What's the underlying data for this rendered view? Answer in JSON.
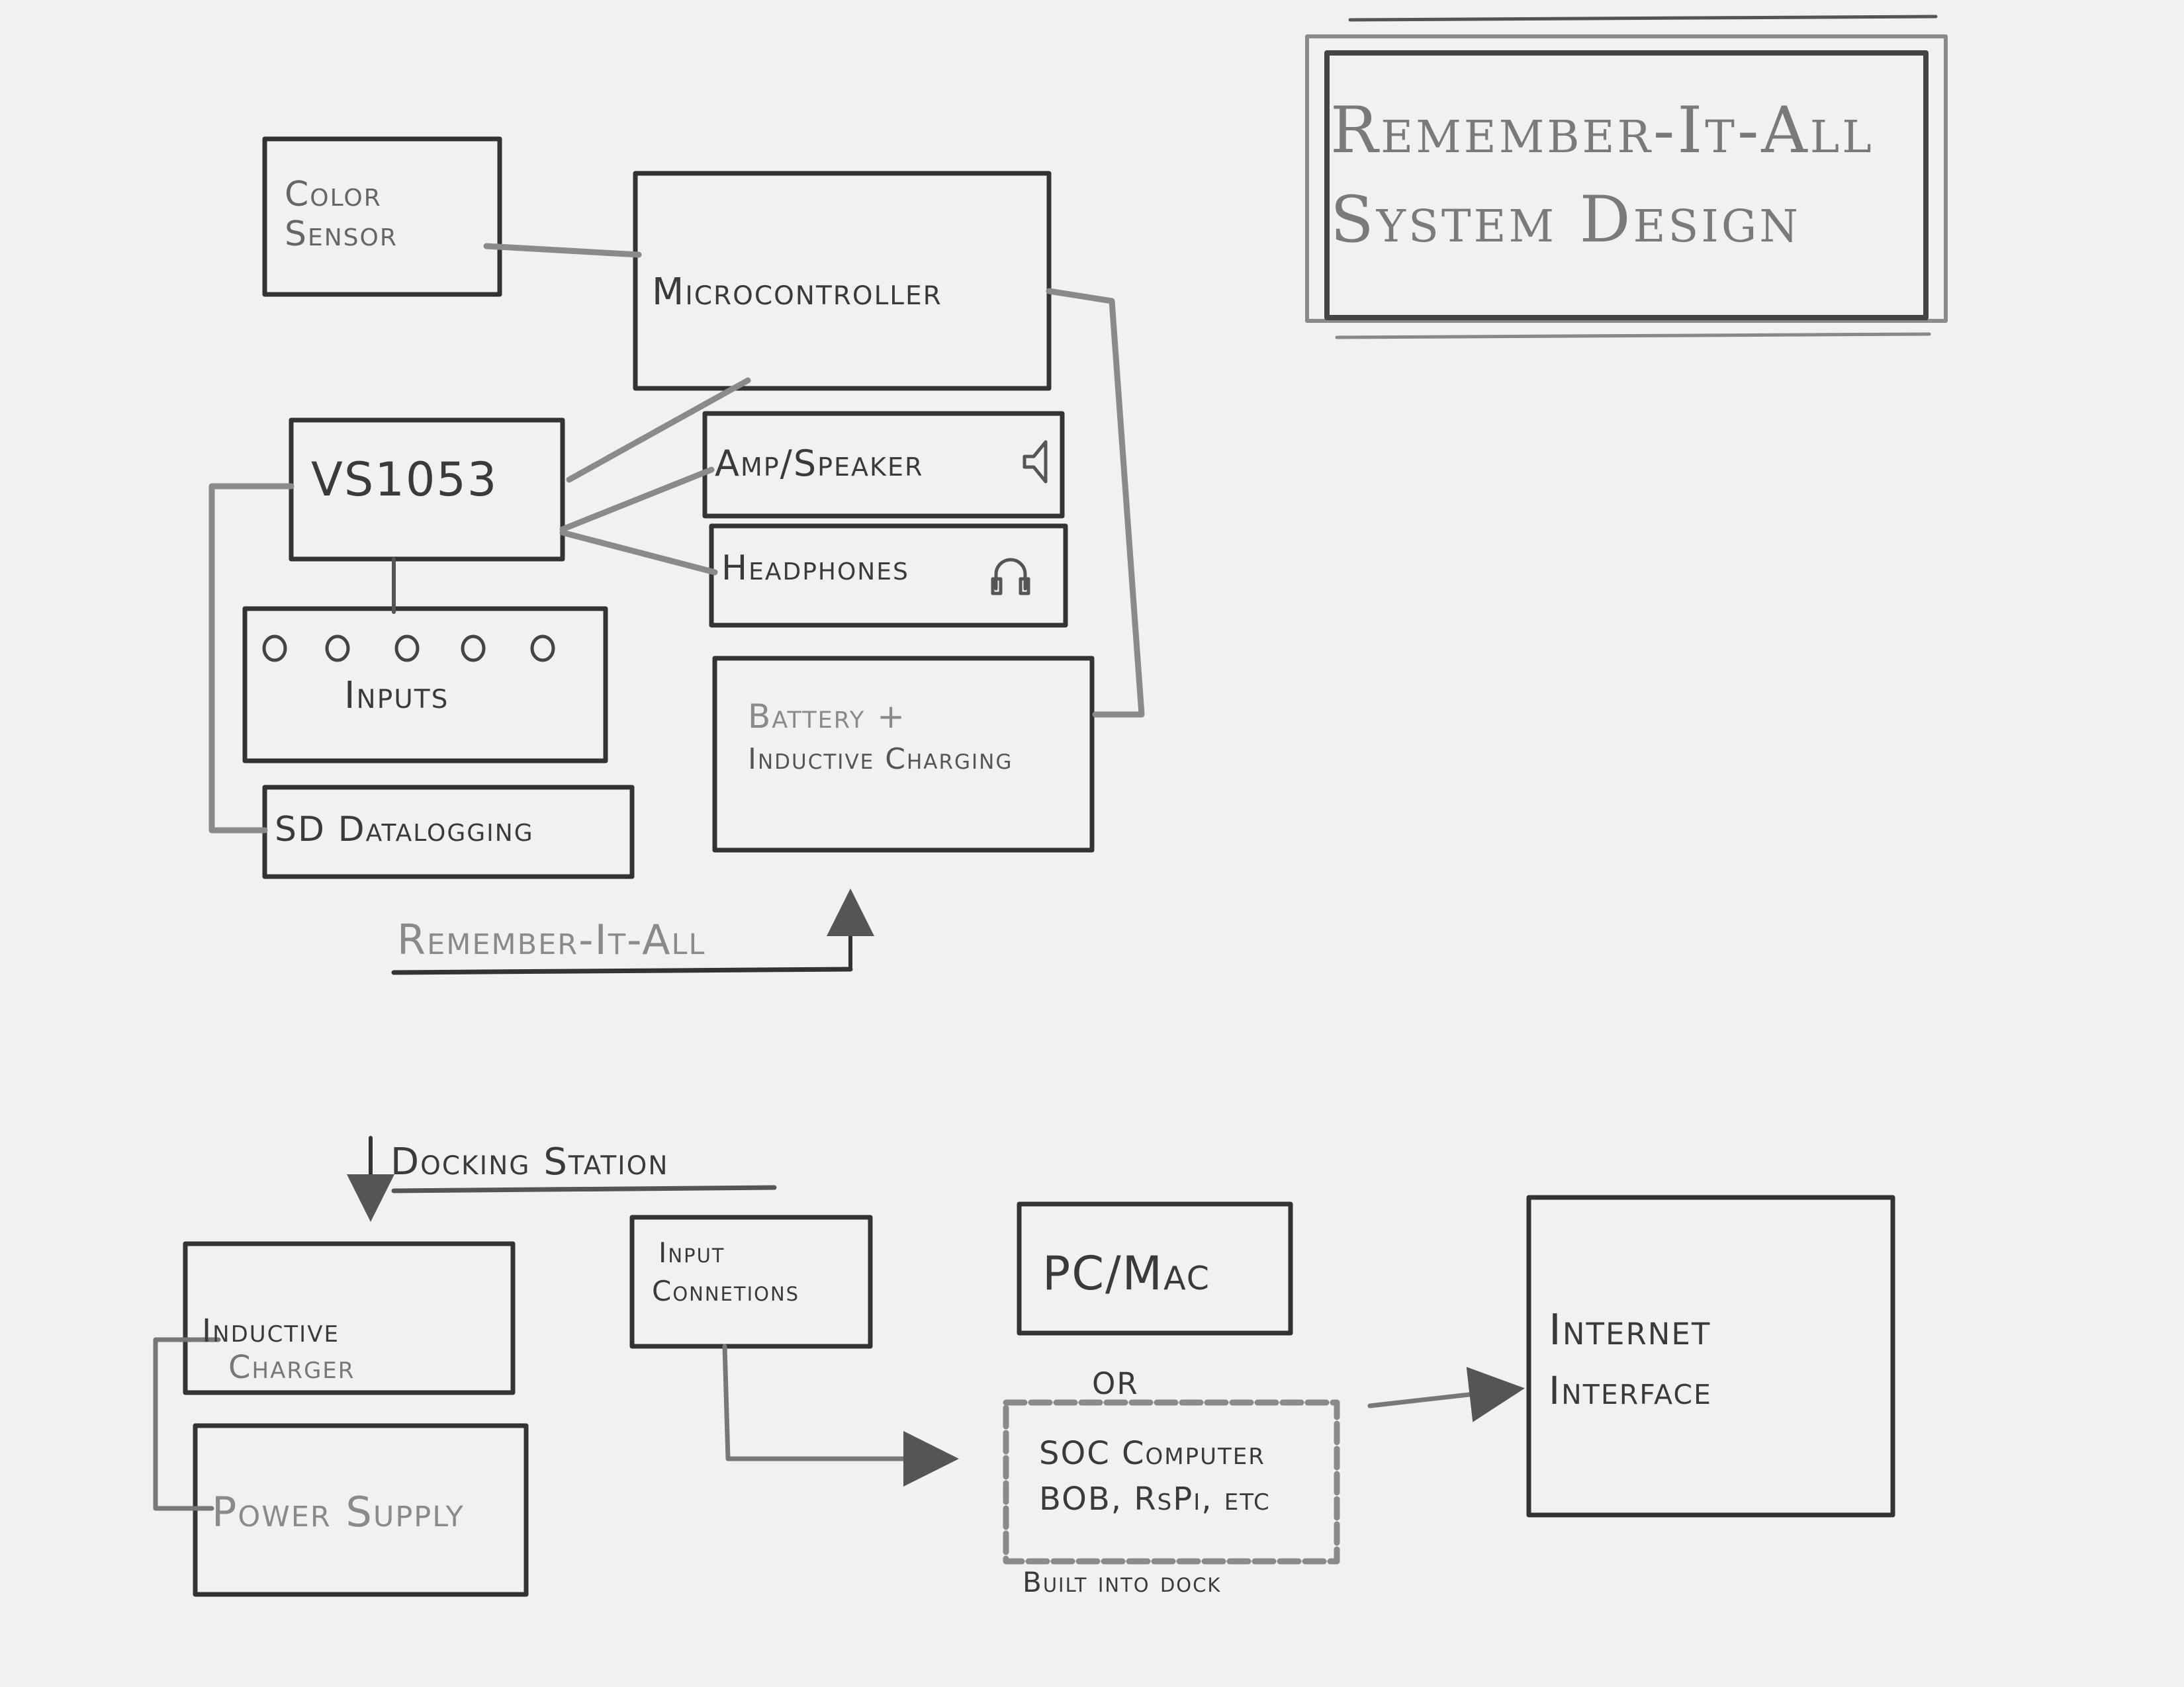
{
  "title": {
    "line1": "Remember-It-All",
    "line2": "System Design"
  },
  "device": {
    "caption": "Remember-It-All",
    "blocks": {
      "color_sensor": {
        "line1": "Color",
        "line2": "Sensor"
      },
      "microcontroller": "Microcontroller",
      "vs1053": "VS1053",
      "amp_speaker": "Amp/Speaker",
      "headphones": "Headphones",
      "inputs": "Inputs",
      "battery": {
        "line1": "Battery +",
        "line2": "Inductive Charging"
      },
      "sd": "SD Datalogging"
    }
  },
  "dock": {
    "caption": "Docking Station",
    "blocks": {
      "inductive_charger": {
        "line1": "Inductive",
        "line2": "Charger"
      },
      "power_supply": "Power Supply",
      "input_connections": {
        "line1": "Input",
        "line2": "Connetions"
      },
      "pc_mac": "PC/Mac",
      "or": "or",
      "soc": {
        "line1": "SOC Computer",
        "line2": "BOB, RsPi, etc"
      },
      "soc_note": "Built into dock",
      "internet": {
        "line1": "Internet",
        "line2": "Interface"
      }
    }
  }
}
